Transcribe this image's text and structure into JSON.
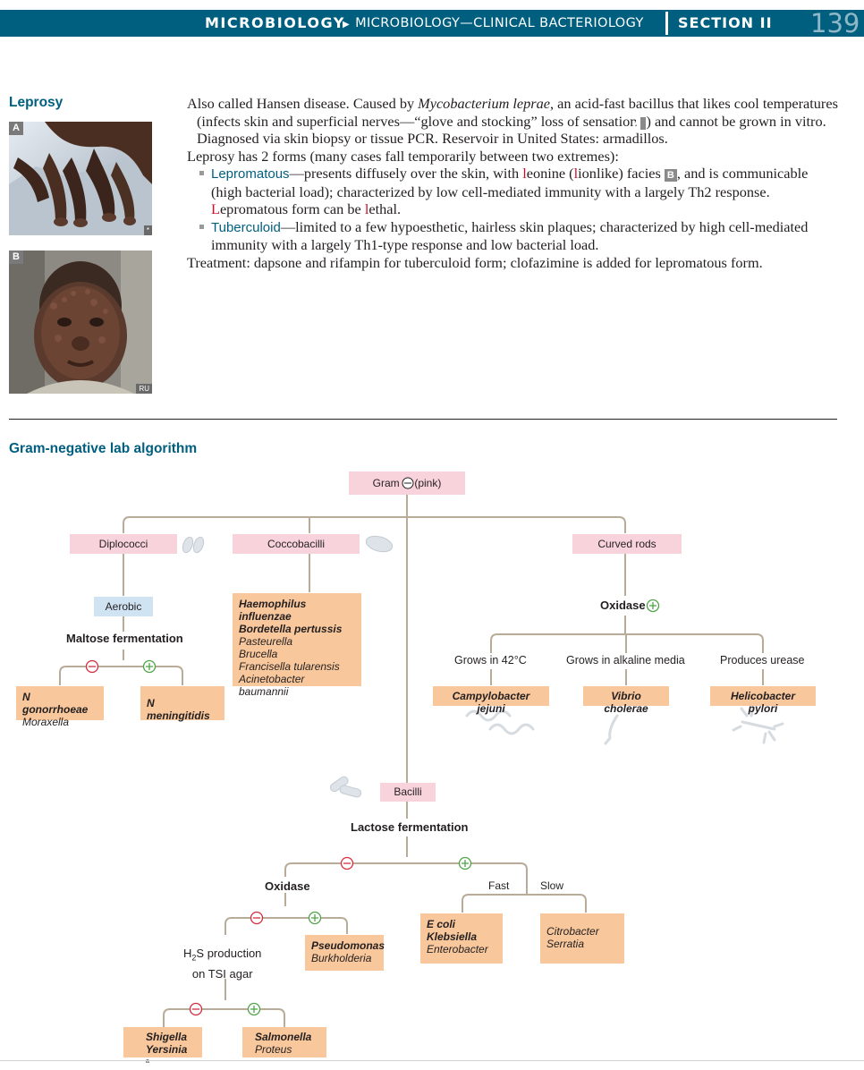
{
  "header": {
    "subject": "MICROBIOLOGY",
    "chapter": "MICROBIOLOGY—CLINICAL BACTERIOLOGY",
    "section": "SECTION II",
    "page_number": "139"
  },
  "leprosy": {
    "title": "Leprosy",
    "image_a_label": "A",
    "image_b_label": "B",
    "image_a_credit": "*",
    "image_b_credit": "RU",
    "p1_a": "Also called Hansen disease. Caused by ",
    "p1_species": "Mycobacterium leprae",
    "p1_b": ", an acid-fast bacillus that likes cool temperatures (infects skin and superficial nerves—“glove and stocking” loss of sensation ",
    "p1_c": ") and cannot be grown in vitro. Diagnosed via skin biopsy or tissue PCR. Reservoir in United States: armadillos.",
    "p2": "Leprosy has 2 forms (many cases fall temporarily between two extremes):",
    "b1_term": "Lepromatous",
    "b1_a": "—presents diffusely over the skin, with ",
    "b1_l1": "l",
    "b1_b": "eonine (",
    "b1_l2": "l",
    "b1_c": "ionlike) facies ",
    "b1_d": ", and is communicable (high bacterial load); characterized by low cell-mediated immunity with a largely Th2 response. ",
    "b1_l3": "L",
    "b1_e": "epromatous form can be ",
    "b1_l4": "l",
    "b1_f": "ethal.",
    "b2_term": "Tuberculoid",
    "b2_a": "—limited to a few hypoesthetic, hairless skin plaques; characterized by high cell-mediated immunity with a largely Th1-type response and low bacterial load.",
    "p3": "Treatment: dapsone and rifampin for tuberculoid form; clofazimine is added for lepromatous form."
  },
  "gram_negative": {
    "title": "Gram-negative lab algorithm",
    "root": "Gram ⊖ (pink)",
    "diplococci": "Diplococci",
    "aerobic": "Aerobic",
    "maltose": "Maltose fermentation",
    "n_gon": "N gonorrhoeae",
    "moraxella": "Moraxella",
    "n_men": "N meningitidis",
    "coccobacilli": "Coccobacilli",
    "cocco_bold": [
      "Haemophilus influenzae",
      "Bordetella pertussis"
    ],
    "cocco_italic": [
      "Pasteurella",
      "Brucella",
      "Francisella tularensis",
      "Acinetobacter baumannii"
    ],
    "curved": "Curved rods",
    "oxidase_pos": "Oxidase",
    "grows42": "Grows in 42°C",
    "alkaline": "Grows in alkaline media",
    "urease": "Produces urease",
    "campy": "Campylobacter jejuni",
    "vibrio": "Vibrio cholerae",
    "helico": "Helicobacter pylori",
    "bacilli": "Bacilli",
    "lactose": "Lactose fermentation",
    "oxidase": "Oxidase",
    "fast": "Fast",
    "slow": "Slow",
    "pseudo": "Pseudomonas",
    "burk": "Burkholderia",
    "ecoli": "E coli",
    "kleb": "Klebsiella",
    "entero": "Enterobacter",
    "citro": "Citrobacter",
    "serratia": "Serratia",
    "h2s_line1": "production",
    "h2s_line2": "on TSI agar",
    "shigella": "Shigella",
    "yersinia": "Yersinia",
    "salmonella": "Salmonella",
    "proteus": "Proteus"
  },
  "colors": {
    "header": "#005f7f",
    "pink_node": "#f9d3dc",
    "blue_node": "#cfe3f3",
    "orange_node": "#f8c79c",
    "negative": "#d22e3e",
    "positive": "#4ea346",
    "connector": "#b8ab98"
  }
}
